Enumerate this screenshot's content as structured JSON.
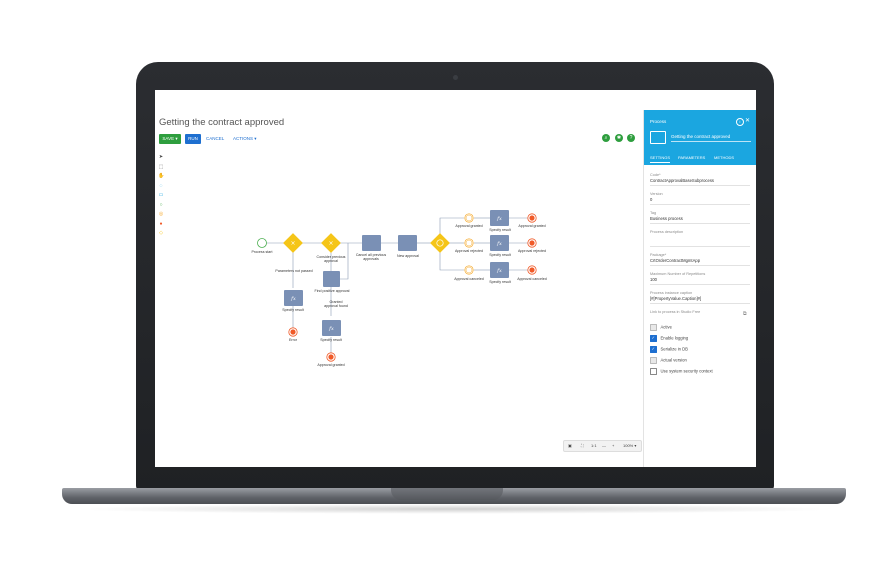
{
  "app": {
    "page_title": "Getting the contract approved"
  },
  "toolbar": {
    "save_label": "SAVE ▾",
    "run_label": "RUN",
    "cancel_label": "CANCEL",
    "actions_label": "ACTIONS ▾",
    "icons": [
      "search-icon",
      "gear-icon",
      "help-icon"
    ]
  },
  "palette": {
    "items": [
      "pointer-icon",
      "lasso-icon",
      "hand-icon",
      "event-icon",
      "task-icon",
      "start-event-icon",
      "intermediate-event-icon",
      "end-event-icon",
      "gateway-icon"
    ]
  },
  "diagram": {
    "labels": {
      "process_start": "Process start",
      "parameters_not_passed": "Parameters not passed",
      "consider_previous_approval": "Consider previous approval",
      "find_positive_approval": "Find positive approval",
      "granted_approval_found": "Granted approval found",
      "cancel_all_previous_approvals": "Cancel all previous approvals",
      "new_approval": "New approval",
      "approval_granted_top": "Approval granted",
      "approval_rejected": "Approval rejected",
      "approval_canceled": "Approval canceled",
      "specify_result": "Specify result",
      "error": "Error",
      "approval_granted_end": "Approval granted",
      "approval_rejected_end": "Approval rejected",
      "approval_canceled_end": "Approval canceled"
    }
  },
  "zoom": {
    "ratio": "1:1",
    "minus": "—",
    "plus": "+",
    "level": "100% ▾"
  },
  "panel": {
    "header": "Process",
    "process_name": "Getting the contract approved",
    "info": "i",
    "close": "✕",
    "tabs": [
      "SETTINGS",
      "PARAMETERS",
      "METHODS"
    ],
    "fields": [
      {
        "label": "Code*",
        "value": "ContractApprovalBaseSubprocess"
      },
      {
        "label": "Version",
        "value": "0"
      },
      {
        "label": "Tag",
        "value": "Business process"
      },
      {
        "label": "Process description",
        "value": ""
      },
      {
        "label": "Package*",
        "value": "CrtOrderContractMgmtApp"
      },
      {
        "label": "Maximum Number of Repetitions",
        "value": "100"
      },
      {
        "label": "Process instance caption",
        "value": "[#[PropertyValue.Caption]#]"
      },
      {
        "label": "Link to process in Studio Free",
        "value": ""
      }
    ],
    "checkboxes": [
      {
        "label": "Active",
        "state": "disabled"
      },
      {
        "label": "Enable logging",
        "state": "checked"
      },
      {
        "label": "Serialize in DB",
        "state": "checked"
      },
      {
        "label": "Actual version",
        "state": "disabled"
      },
      {
        "label": "Use system security context",
        "state": "unchecked"
      }
    ]
  },
  "colors": {
    "accent": "#1ba6e0",
    "save": "#2e9e3e",
    "run": "#1e6fd0",
    "gateway": "#f5c518",
    "task": "#7a90b5",
    "start": "#4caf50",
    "end": "#f05a28",
    "intermediate": "#f5a623"
  }
}
